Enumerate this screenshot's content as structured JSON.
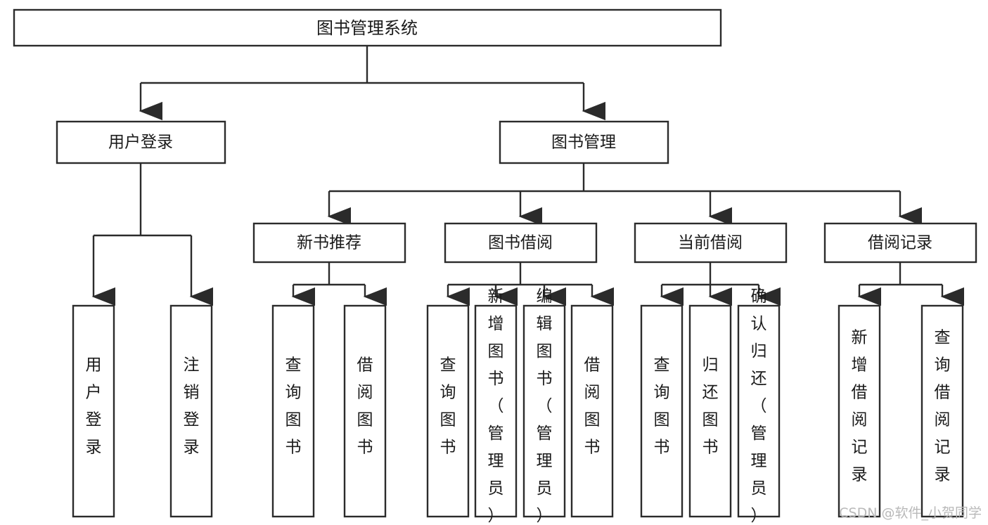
{
  "diagram": {
    "type": "hierarchy-tree",
    "title": "图书管理系统",
    "orientation": "top-down",
    "colors": {
      "box_fill": "#ffffff",
      "box_stroke": "#2b2b2b",
      "text": "#1a1a1a",
      "watermark": "#b9b9b9",
      "background": "#ffffff"
    },
    "root": {
      "label": "图书管理系统"
    },
    "level2": [
      {
        "label": "用户登录"
      },
      {
        "label": "图书管理"
      }
    ],
    "level3": [
      {
        "label": "新书推荐"
      },
      {
        "label": "图书借阅"
      },
      {
        "label": "当前借阅"
      },
      {
        "label": "借阅记录"
      }
    ],
    "leaves": {
      "user_login": [
        {
          "label": "用户登录"
        },
        {
          "label": "注销登录"
        }
      ],
      "new_book_recommend": [
        {
          "label": "查询图书"
        },
        {
          "label": "借阅图书"
        }
      ],
      "book_borrow": [
        {
          "label": "查询图书"
        },
        {
          "label": "新增图书（管理员）"
        },
        {
          "label": "编辑图书（管理员）"
        },
        {
          "label": "借阅图书"
        }
      ],
      "current_borrow": [
        {
          "label": "查询图书"
        },
        {
          "label": "归还图书"
        },
        {
          "label": "确认归还（管理员）"
        }
      ],
      "borrow_record": [
        {
          "label": "新增借阅记录"
        },
        {
          "label": "查询借阅记录"
        }
      ]
    },
    "watermark": "CSDN @软件_小贺同学"
  }
}
